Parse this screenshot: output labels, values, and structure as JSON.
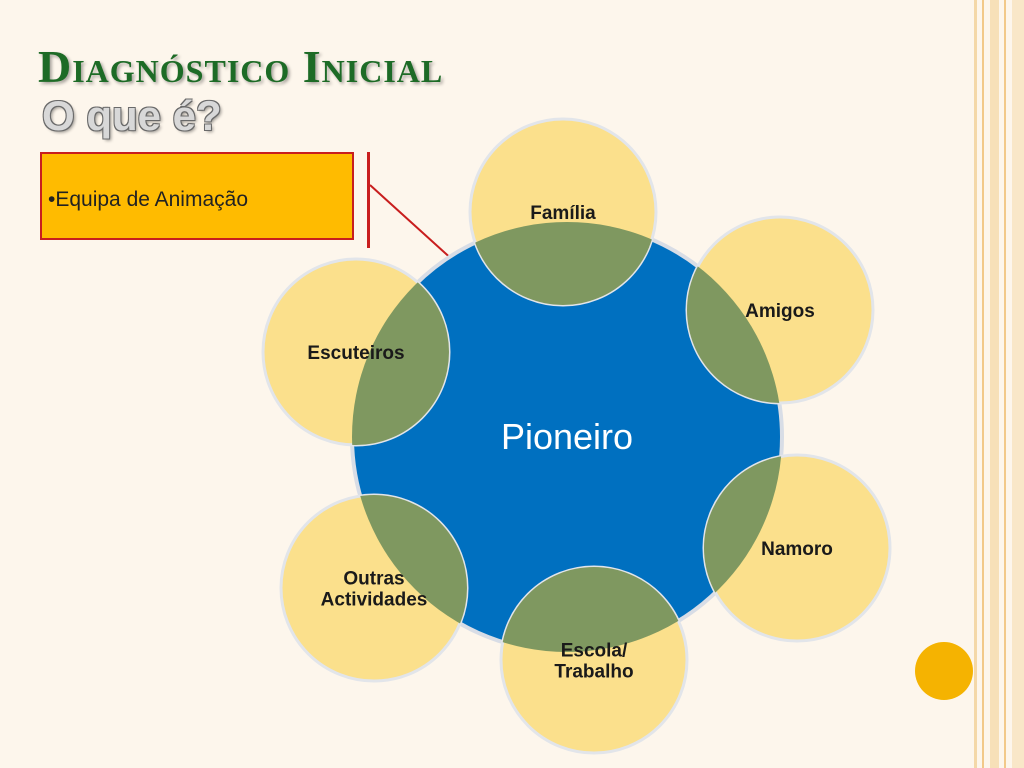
{
  "slide": {
    "title": "Diagnóstico Inicial",
    "subtitle": "O que é?",
    "callout": "•Equipa de Animação"
  },
  "diagram": {
    "center_label": "Pioneiro",
    "satellites": [
      {
        "id": "familia",
        "lines": [
          "Família"
        ]
      },
      {
        "id": "amigos",
        "lines": [
          "Amigos"
        ]
      },
      {
        "id": "namoro",
        "lines": [
          "Namoro"
        ]
      },
      {
        "id": "escola-trabalho",
        "lines": [
          "Escola/",
          "Trabalho"
        ]
      },
      {
        "id": "outras-actividades",
        "lines": [
          "Outras",
          "Actividades"
        ]
      },
      {
        "id": "escuteiros",
        "lines": [
          "Escuteiros"
        ]
      }
    ]
  },
  "colors": {
    "title": "#1d6b26",
    "center_fill": "#0070c0",
    "satellite_fill": "#fbe08c",
    "overlap_fill": "#7f9860",
    "callout_fill": "#ffbb00",
    "callout_border": "#c81e1e"
  }
}
